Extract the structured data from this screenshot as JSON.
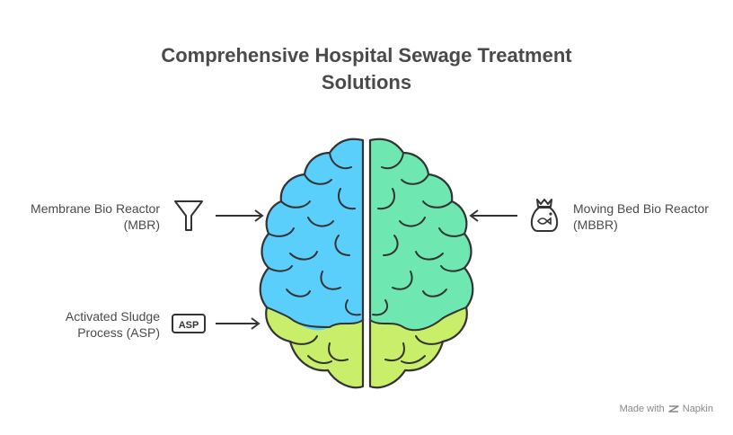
{
  "title": {
    "line1": "Comprehensive Hospital Sewage Treatment",
    "line2": "Solutions"
  },
  "items": [
    {
      "line1": "Membrane Bio Reactor",
      "line2": "(MBR)",
      "icon": "funnel-icon",
      "side": "left"
    },
    {
      "line1": "Activated Sludge",
      "line2": "Process (ASP)",
      "icon": "asp-badge-icon",
      "badge_text": "ASP",
      "side": "left"
    },
    {
      "line1": "Moving Bed Bio Reactor",
      "line2": "(MBBR)",
      "icon": "money-bag-icon",
      "side": "right"
    }
  ],
  "colors": {
    "blue_lobe": "#5bcffb",
    "green_lobe": "#6ee8b0",
    "yellow_green_lobe": "#c9ee6a",
    "outline": "#333333"
  },
  "footer": {
    "made_with": "Made with",
    "brand": "Napkin"
  }
}
